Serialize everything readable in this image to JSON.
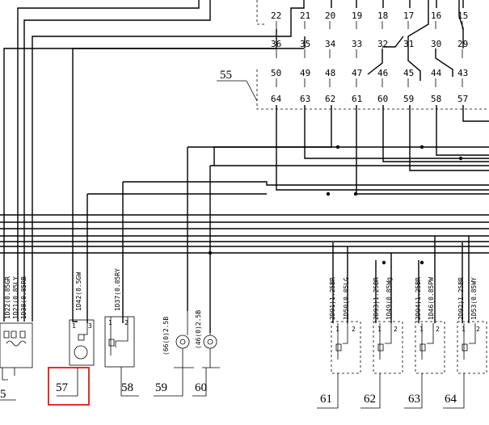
{
  "connector_pins": {
    "row1": [
      "22",
      "21",
      "20",
      "19",
      "18",
      "17",
      "16",
      "15"
    ],
    "row2": [
      "36",
      "35",
      "34",
      "33",
      "32",
      "31",
      "30",
      "29"
    ],
    "row3": [
      "50",
      "49",
      "48",
      "47",
      "46",
      "45",
      "44",
      "43"
    ],
    "row4": [
      "64",
      "63",
      "62",
      "61",
      "60",
      "59",
      "58",
      "57"
    ]
  },
  "connector_label": "55",
  "wire_codes": {
    "left_1": "1D22(0.85GR",
    "left_2": "1D21(0.85LY",
    "left_3": "1D38(0.85RB",
    "c57": "1D42(0.5GW",
    "c58": "1D37(0.85RY",
    "c59": "(66(0)2.5B",
    "c60": "(46(0)2.5B",
    "c61_a": "2D91)1.25BR",
    "c61_b": "1D50(0.85LG",
    "c62_a": "2D93)1.25BR",
    "c62_b": "1D49(0.85Wg",
    "c63_a": "2D94)1.25BR",
    "c63_b": "1D46(0.85PW",
    "c64_a": "2D92)1.25BR",
    "c64_b": "1D53(0.85WY"
  },
  "component_labels": {
    "left_partial": "5",
    "c57": "57",
    "c58": "58",
    "c59": "59",
    "c60": "60",
    "c61": "61",
    "c62": "62",
    "c63": "63",
    "c64": "64"
  },
  "terminal_labels": {
    "one": "1",
    "two": "2",
    "three": "3"
  },
  "highlight_color": "#e0302a"
}
